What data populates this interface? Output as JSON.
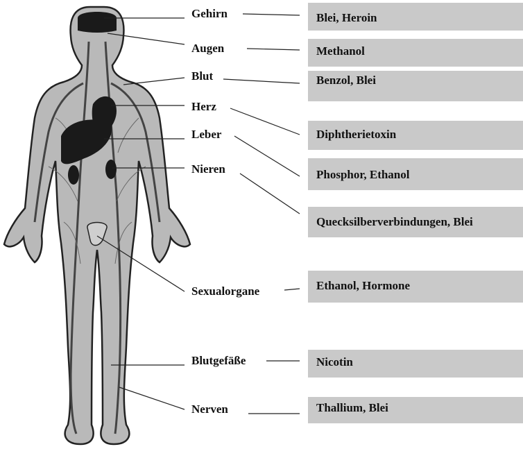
{
  "organs": [
    {
      "label": "Gehirn",
      "toxins": "Blei, Heroin"
    },
    {
      "label": "Augen",
      "toxins": "Methanol"
    },
    {
      "label": "Blut",
      "toxins": "Benzol, Blei"
    },
    {
      "label": "Herz",
      "toxins": "Diphtherietoxin"
    },
    {
      "label": "Leber",
      "toxins": "Phosphor, Ethanol"
    },
    {
      "label": "Nieren",
      "toxins": "Quecksilberverbindungen, Blei"
    },
    {
      "label": "Sexualorgane",
      "toxins": "Ethanol, Hormone"
    },
    {
      "label": "Blutgefäße",
      "toxins": "Nicotin"
    },
    {
      "label": "Nerven",
      "toxins": "Thallium, Blei"
    }
  ],
  "colors": {
    "box": "#c9c9c9",
    "body": "#b9b9b9",
    "organ": "#1a1a1a",
    "line": "#222222"
  }
}
